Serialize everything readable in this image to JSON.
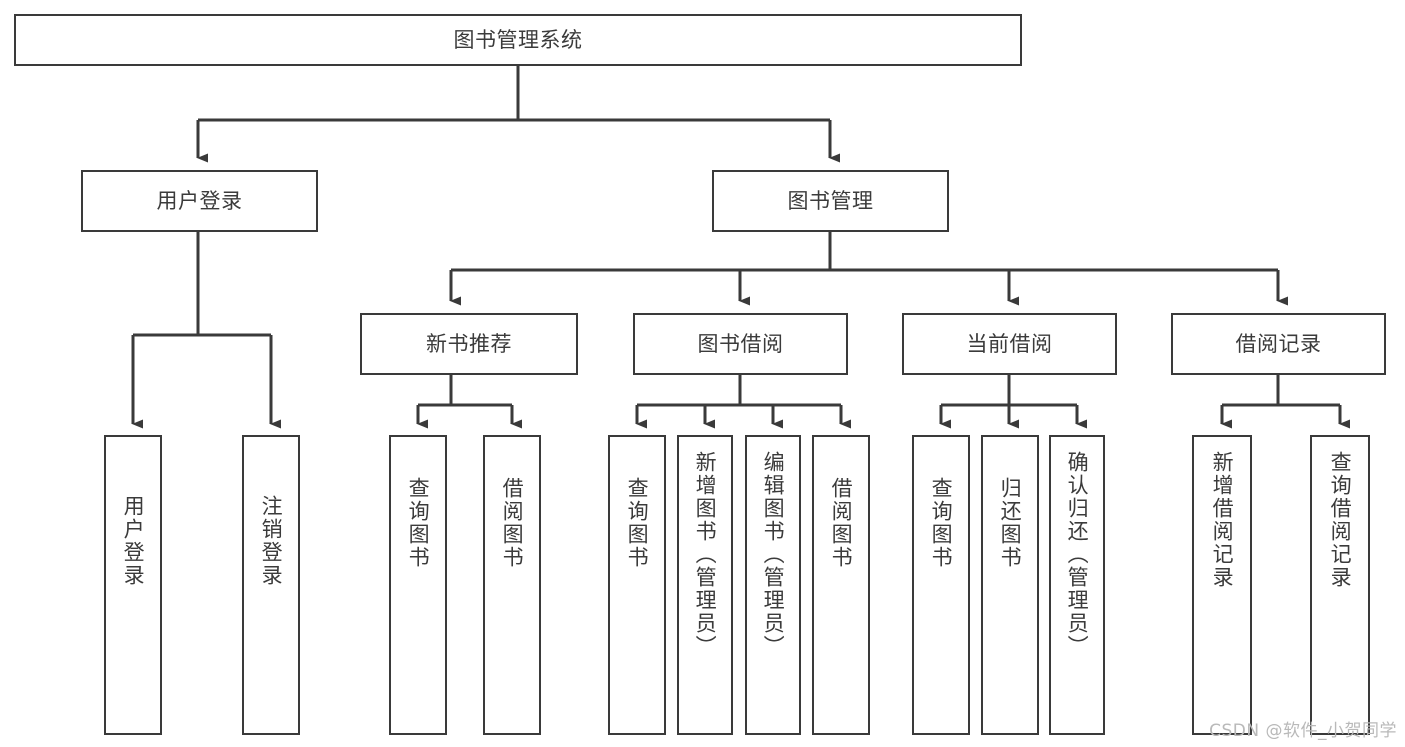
{
  "diagram": {
    "title": "图书管理系统",
    "type": "hierarchy-tree",
    "root": {
      "id": "root",
      "label": "图书管理系统"
    },
    "level2": [
      {
        "id": "user-login",
        "label": "用户登录"
      },
      {
        "id": "book-manage",
        "label": "图书管理"
      }
    ],
    "level3": [
      {
        "id": "new-book-recommend",
        "label": "新书推荐",
        "parent": "book-manage"
      },
      {
        "id": "book-borrow",
        "label": "图书借阅",
        "parent": "book-manage"
      },
      {
        "id": "current-borrow",
        "label": "当前借阅",
        "parent": "book-manage"
      },
      {
        "id": "borrow-record",
        "label": "借阅记录",
        "parent": "book-manage"
      }
    ],
    "leaves": [
      {
        "id": "leaf-user-login",
        "label": "用户登录",
        "parent": "user-login"
      },
      {
        "id": "leaf-logout",
        "label": "注销登录",
        "parent": "user-login"
      },
      {
        "id": "leaf-query-book-1",
        "label": "查询图书",
        "parent": "new-book-recommend"
      },
      {
        "id": "leaf-borrow-book-1",
        "label": "借阅图书",
        "parent": "new-book-recommend"
      },
      {
        "id": "leaf-query-book-2",
        "label": "查询图书",
        "parent": "book-borrow"
      },
      {
        "id": "leaf-add-book",
        "label": "新增图书（管理员）",
        "parent": "book-borrow"
      },
      {
        "id": "leaf-edit-book",
        "label": "编辑图书（管理员）",
        "parent": "book-borrow"
      },
      {
        "id": "leaf-borrow-book-2",
        "label": "借阅图书",
        "parent": "book-borrow"
      },
      {
        "id": "leaf-query-book-3",
        "label": "查询图书",
        "parent": "current-borrow"
      },
      {
        "id": "leaf-return-book",
        "label": "归还图书",
        "parent": "current-borrow"
      },
      {
        "id": "leaf-confirm-return",
        "label": "确认归还（管理员）",
        "parent": "current-borrow"
      },
      {
        "id": "leaf-add-record",
        "label": "新增借阅记录",
        "parent": "borrow-record"
      },
      {
        "id": "leaf-query-record",
        "label": "查询借阅记录",
        "parent": "borrow-record"
      }
    ],
    "watermark": "CSDN @软件_小贺同学",
    "colors": {
      "stroke": "#3a3a3a",
      "text": "#3b3b3b",
      "background": "#ffffff",
      "watermark": "#b9b9b9"
    }
  }
}
